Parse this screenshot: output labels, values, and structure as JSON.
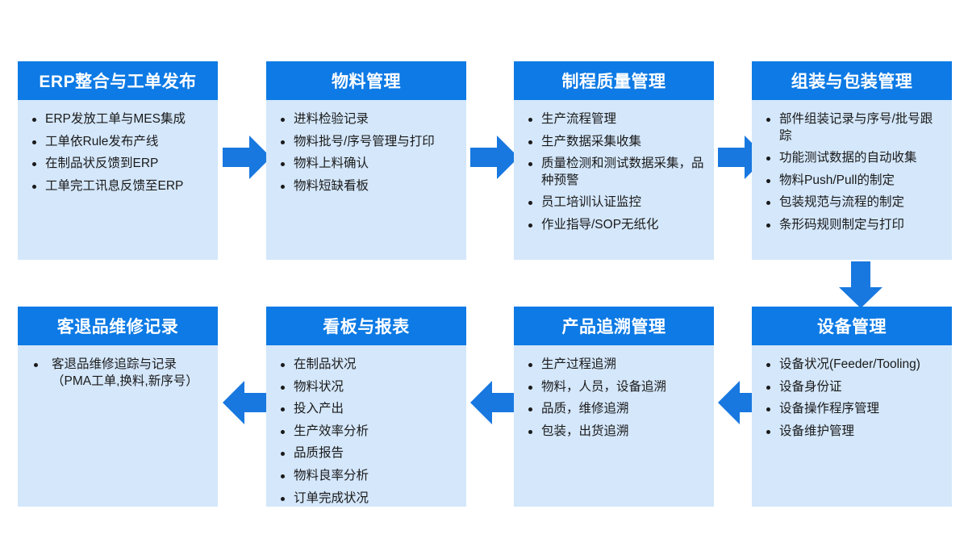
{
  "diagram": {
    "title_row_top": "MES flow top row",
    "accent_header": "#0d7ae5",
    "accent_body": "#d4e7fb",
    "arrow_color": "#1878e0"
  },
  "boxes": [
    {
      "id": "erp-integration",
      "title": "ERP整合与工单发布",
      "bullets": [
        "ERP发放工单与MES集成",
        "工单依Rule发布产线",
        "在制品状反馈到ERP",
        "工单完工讯息反馈至ERP"
      ]
    },
    {
      "id": "material-management",
      "title": "物料管理",
      "bullets": [
        "进料检验记录",
        "物料批号/序号管理与打印",
        "物料上料确认",
        "物料短缺看板"
      ]
    },
    {
      "id": "process-quality-management",
      "title": "制程质量管理",
      "bullets": [
        "生产流程管理",
        "生产数据采集收集",
        "质量检测和测试数据采集，品种预警",
        "员工培训认证监控",
        "作业指导/SOP无纸化"
      ]
    },
    {
      "id": "assembly-packaging-management",
      "title": "组装与包装管理",
      "bullets": [
        "部件组装记录与序号/批号跟踪",
        "功能测试数据的自动收集",
        "物料Push/Pull的制定",
        "包装规范与流程的制定",
        "条形码规则制定与打印"
      ]
    },
    {
      "id": "customer-return-repair-record",
      "title": "客退品维修记录",
      "bullets": [
        "客退品维修追踪与记录（PMA工单,换料,新序号）"
      ]
    },
    {
      "id": "dashboard-and-reports",
      "title": "看板与报表",
      "bullets": [
        "在制品状况",
        "物料状况",
        "投入产出",
        "生产效率分析",
        "品质报告",
        "物料良率分析",
        "订单完成状况"
      ]
    },
    {
      "id": "product-traceability-management",
      "title": "产品追溯管理",
      "bullets": [
        "生产过程追溯",
        "物料，人员，设备追溯",
        "品质，维修追溯",
        "包装，出货追溯"
      ]
    },
    {
      "id": "equipment-management",
      "title": "设备管理",
      "bullets": [
        "设备状况(Feeder/Tooling)",
        "设备身份证",
        "设备操作程序管理",
        "设备维护管理"
      ]
    }
  ],
  "arrows": [
    {
      "id": "arrow-erp-to-material",
      "direction": "right"
    },
    {
      "id": "arrow-material-to-quality",
      "direction": "right"
    },
    {
      "id": "arrow-quality-to-assembly",
      "direction": "right"
    },
    {
      "id": "arrow-assembly-to-equipment",
      "direction": "down"
    },
    {
      "id": "arrow-equipment-to-traceability",
      "direction": "left"
    },
    {
      "id": "arrow-traceability-to-dashboard",
      "direction": "left"
    },
    {
      "id": "arrow-dashboard-to-return",
      "direction": "left"
    }
  ]
}
